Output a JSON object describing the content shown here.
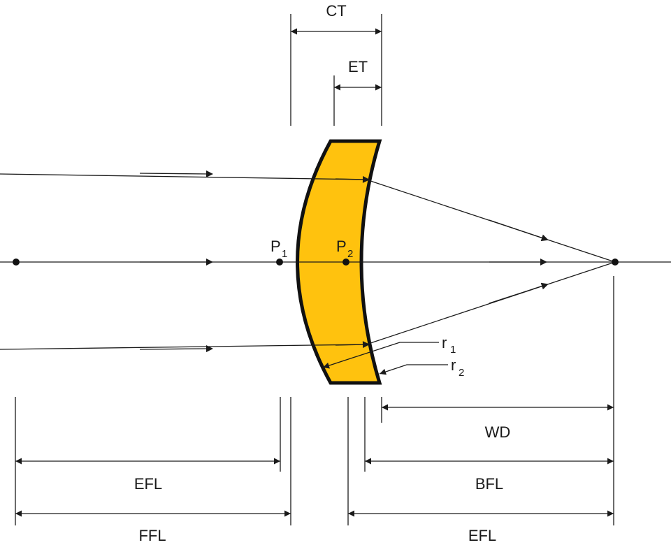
{
  "labels": {
    "ct": "CT",
    "et": "ET",
    "p1": "P",
    "p1_sub": "1",
    "p2": "P",
    "p2_sub": "2",
    "r1": "r",
    "r1_sub": "1",
    "r2": "r",
    "r2_sub": "2",
    "wd": "WD",
    "bfl": "BFL",
    "efl_back": "EFL",
    "efl_front": "EFL",
    "ffl": "FFL"
  },
  "colors": {
    "lens_fill": "#FFC20E",
    "line": "#1a1a1a"
  }
}
